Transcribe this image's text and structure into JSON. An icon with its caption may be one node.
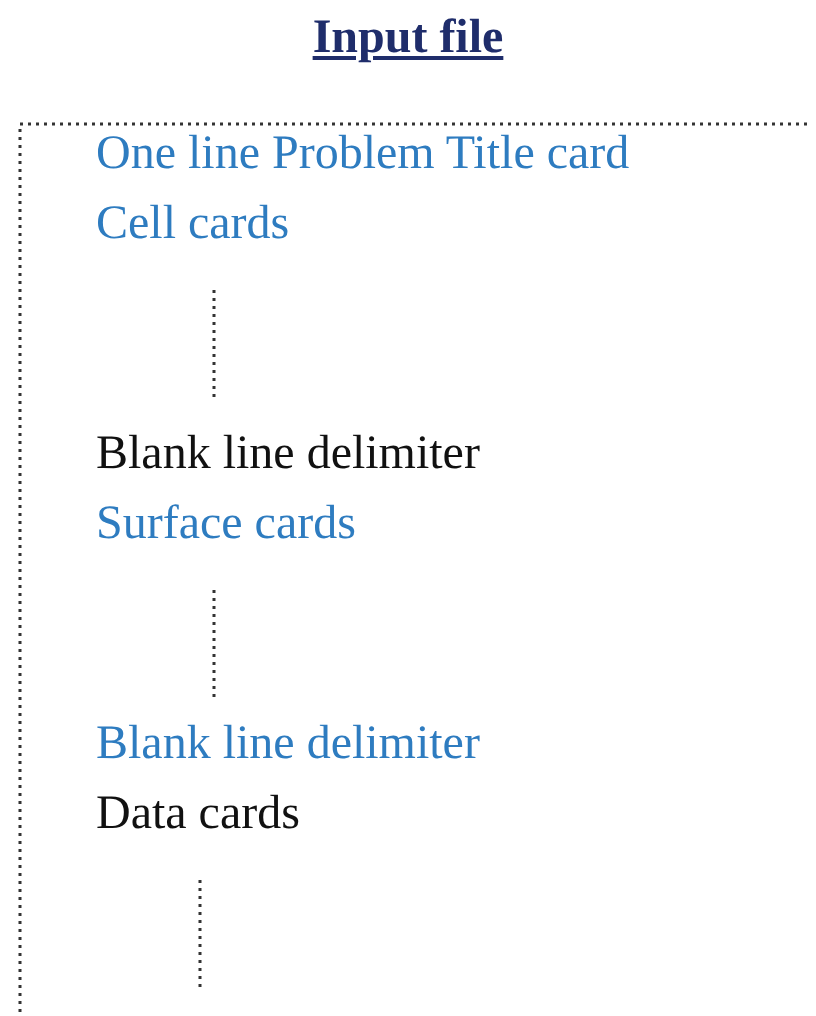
{
  "diagram": {
    "title": "Input file",
    "labels": [
      "One line Problem Title card",
      "Cell cards",
      "Blank line delimiter",
      "Surface cards",
      "Blank line delimiter",
      "Data cards"
    ]
  }
}
